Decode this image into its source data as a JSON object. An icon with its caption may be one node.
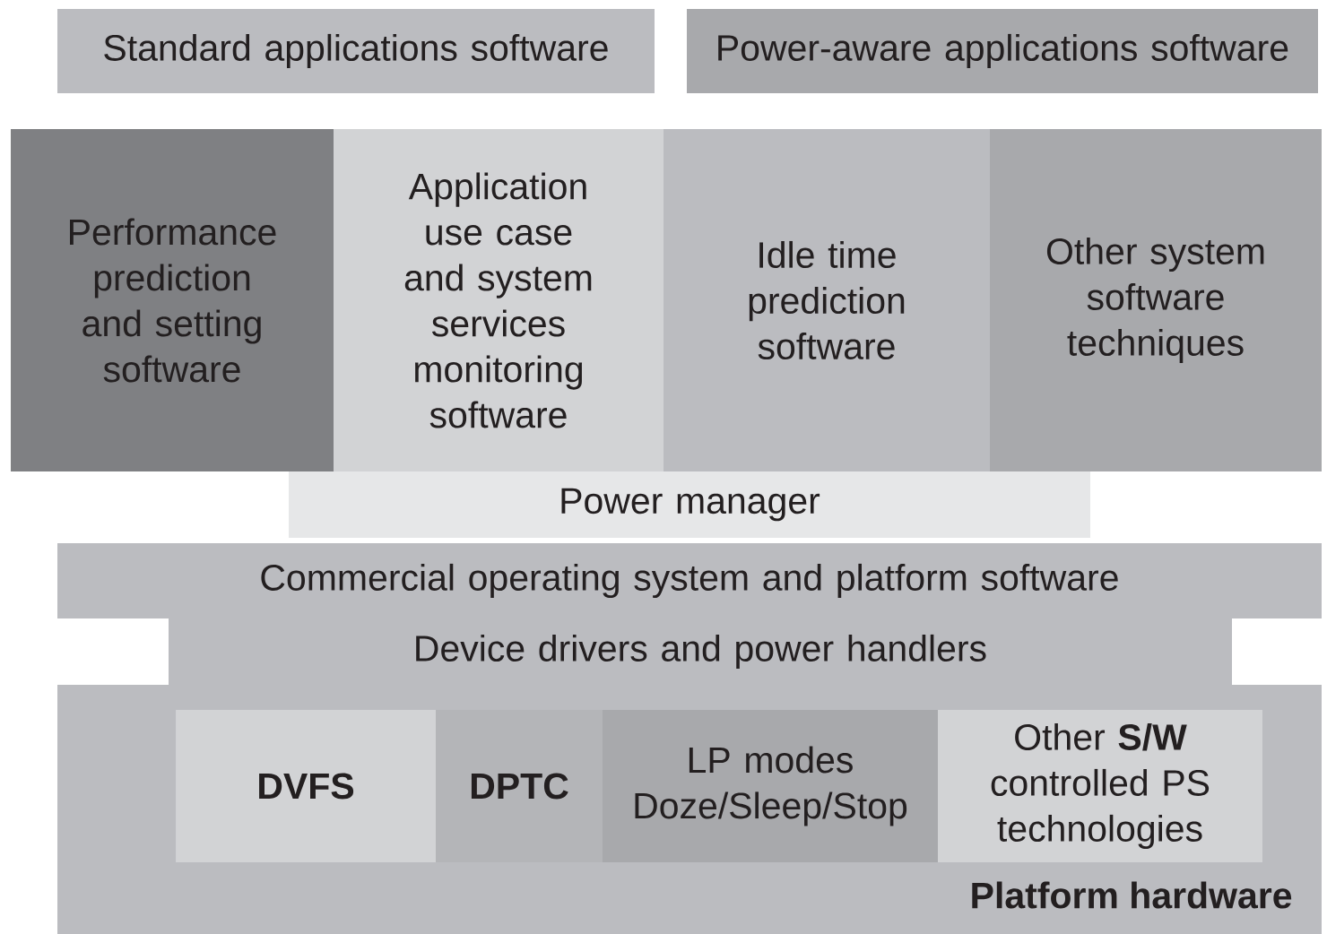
{
  "diagram": {
    "nodes": [
      {
        "text": [
          "Standard applications software"
        ]
      },
      {
        "text": [
          "Power-aware applications software"
        ]
      },
      {
        "text": [
          "Performance prediction and setting software"
        ]
      },
      {
        "text": [
          "Application use case and system services monitoring software"
        ]
      },
      {
        "text": [
          "Idle time prediction software"
        ]
      },
      {
        "text": [
          "Other system software techniques"
        ]
      },
      {
        "text": [
          "Power manager"
        ]
      },
      {
        "text": [
          "Commercial operating system and platform software"
        ]
      },
      {
        "text": [
          "Device drivers and power handlers"
        ]
      },
      {
        "text": [
          "Platform hardware"
        ]
      },
      {
        "text": [
          "DVFS"
        ],
        "in": 9
      },
      {
        "text": [
          "DPTC"
        ],
        "in": 9
      },
      {
        "text": [
          "LP modes Doze/Sleep/Stop"
        ],
        "in": 9
      },
      {
        "text": [
          "Other **S/W** controlled PS technologies"
        ],
        "in": 9
      }
    ]
  }
}
